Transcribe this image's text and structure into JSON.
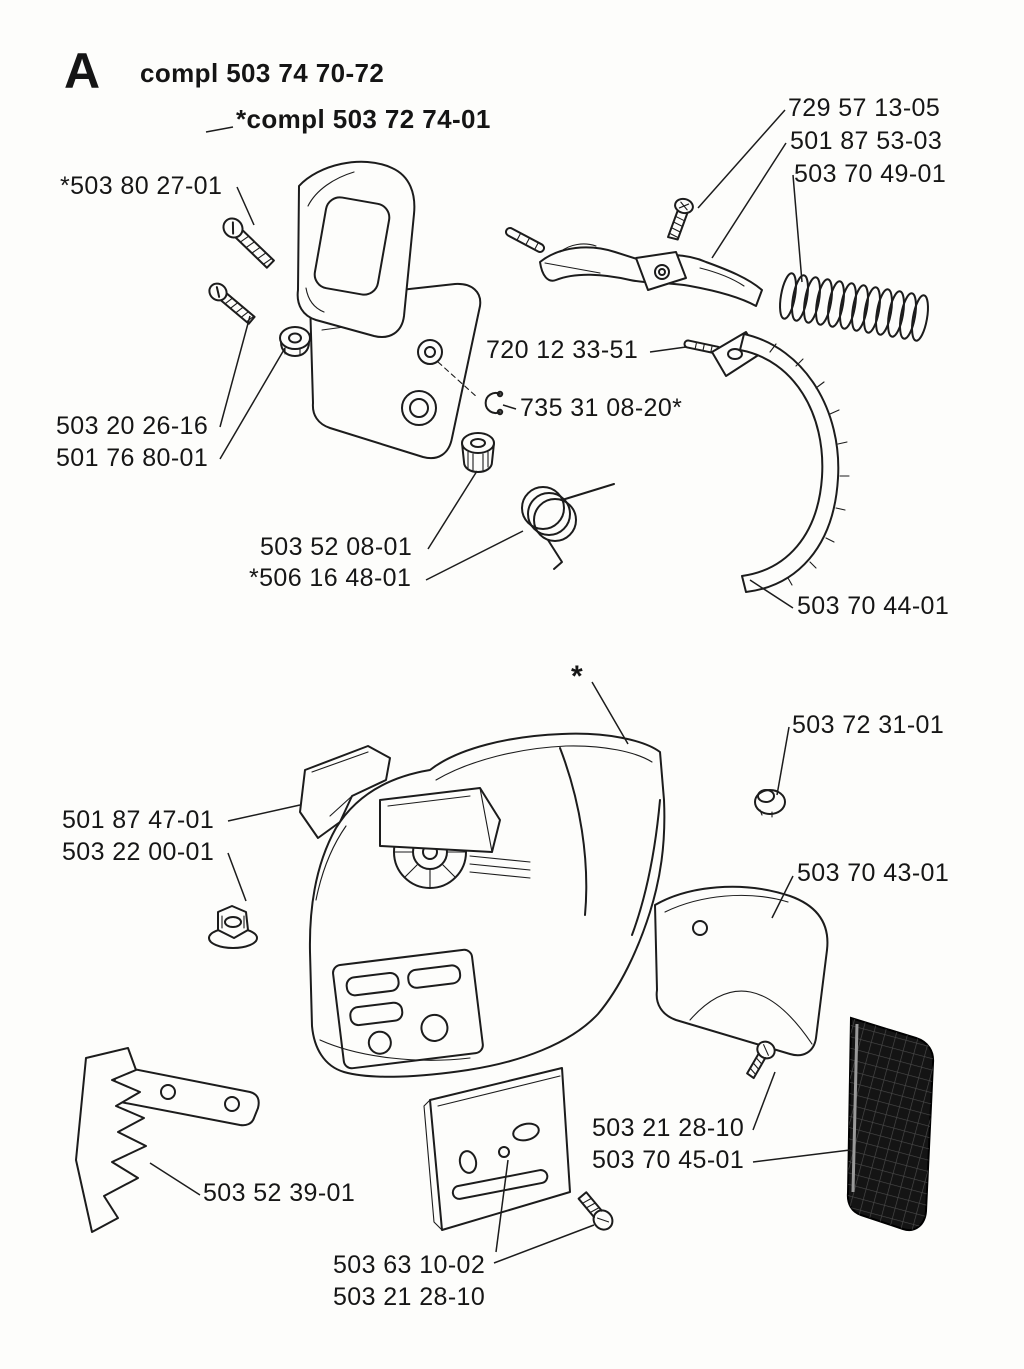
{
  "header": {
    "section_letter": "A",
    "assembly_title": "compl 503 74 70-72",
    "subassembly_title": "*compl 503 72 74-01"
  },
  "colors": {
    "ink": "#1c1c1c",
    "paper": "#fdfdfb",
    "dark_cover_fill": "#141414"
  },
  "upper_assembly": {
    "labels": {
      "torx_screw": "729 57 13-05",
      "brake_lever": "501 87 53-03",
      "coil_spring": "503 70 49-01",
      "guard_bolt": "*503 80 27-01",
      "pin": "720 12 33-51",
      "lock_ring": "735 31 08-20*",
      "screw": "503 20 26-16",
      "washer": "501 76 80-01",
      "cap": "503 52 08-01",
      "torsion_spring": "*506 16 48-01",
      "brake_band": "503 70 44-01"
    }
  },
  "lower_assembly": {
    "asterisk_marker": "*",
    "labels": {
      "bushing": "503 72 31-01",
      "bracket": "501 87 47-01",
      "flange_nut": "503 22 00-01",
      "cover_plate": "503 70 43-01",
      "screw_upper": "503 21 28-10",
      "side_plate": "503 70 45-01",
      "wrench": "503 52 39-01",
      "bar_screw": "503 63 10-02",
      "screw_lower": "503 21 28-10"
    }
  }
}
